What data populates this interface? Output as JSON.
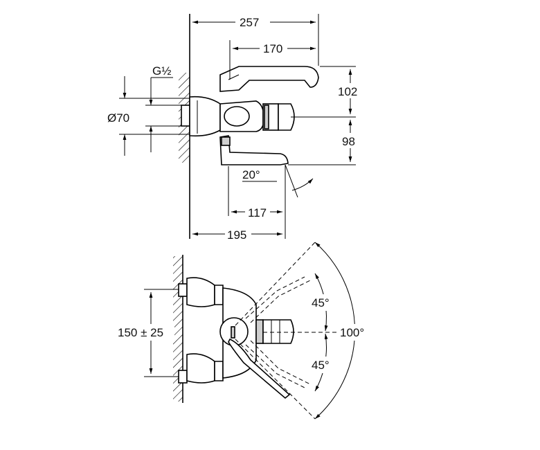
{
  "dimensions": {
    "overall_depth": "257",
    "handle_reach": "170",
    "thread": "G½",
    "diameter": "Ø70",
    "height_above": "102",
    "height_below": "98",
    "spout_angle": "20°",
    "spout_reach": "117",
    "spout_depth": "195",
    "center_distance": "150 ± 25",
    "upper_swing": "45°",
    "lower_swing": "45°",
    "total_swing": "100°"
  }
}
